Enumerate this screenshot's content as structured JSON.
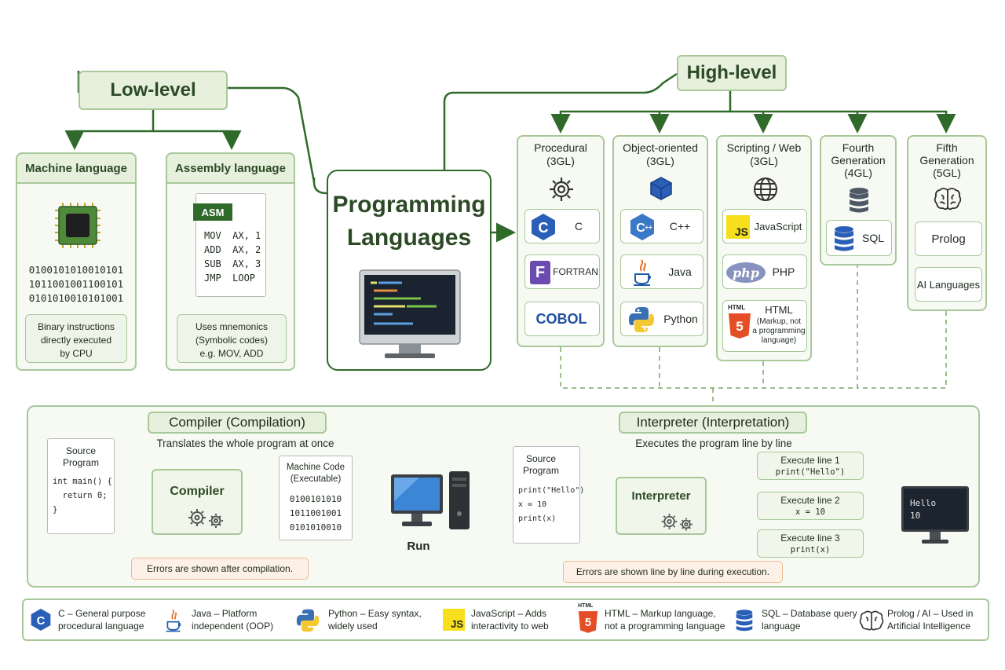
{
  "title": {
    "line1": "Programming",
    "line2": "Languages"
  },
  "low_level": {
    "label": "Low-level",
    "machine": {
      "title": "Machine language",
      "binary": [
        "0100101010010101",
        "1011001001100101",
        "0101010010101001"
      ],
      "desc": [
        "Binary instructions",
        "directly executed",
        "by CPU"
      ]
    },
    "assembly": {
      "title": "Assembly language",
      "badge": "ASM",
      "code": [
        "MOV  AX, 1",
        "ADD  AX, 2",
        "SUB  AX, 3",
        "JMP  LOOP"
      ],
      "desc": [
        "Uses mnemonics",
        "(Symbolic codes)",
        "e.g. MOV, ADD"
      ]
    }
  },
  "high_level": {
    "label": "High-level",
    "columns": [
      {
        "title": [
          "Procedural",
          "(3GL)"
        ],
        "icon": "gear-icon",
        "items": [
          {
            "icon": "c-logo",
            "label": "C"
          },
          {
            "icon": "fortran-logo",
            "label": "FORTRAN"
          },
          {
            "icon": "cobol-logo",
            "label": "COBOL"
          }
        ]
      },
      {
        "title": [
          "Object-oriented",
          "(3GL)"
        ],
        "icon": "cube-icon",
        "items": [
          {
            "icon": "cpp-logo",
            "label": "C++"
          },
          {
            "icon": "java-logo",
            "label": "Java"
          },
          {
            "icon": "python-logo",
            "label": "Python"
          }
        ]
      },
      {
        "title": [
          "Scripting / Web",
          "(3GL)"
        ],
        "icon": "globe-icon",
        "items": [
          {
            "icon": "js-logo",
            "label": "JavaScript"
          },
          {
            "icon": "php-logo",
            "label": "PHP"
          },
          {
            "icon": "html5-logo",
            "label": "HTML",
            "sub": [
              "(Markup, not",
              "a programming",
              "language)"
            ]
          }
        ]
      },
      {
        "title": [
          "Fourth",
          "Generation",
          "(4GL)"
        ],
        "icon": "database-icon",
        "items": [
          {
            "icon": "database-icon",
            "label": "SQL"
          }
        ]
      },
      {
        "title": [
          "Fifth",
          "Generation",
          "(5GL)"
        ],
        "icon": "brain-icon",
        "items": [
          {
            "label": "Prolog"
          },
          {
            "label": "AI Languages"
          }
        ]
      }
    ],
    "logos": {
      "cobol": "COBOL",
      "fortran": "F",
      "c": "C",
      "cpp": "C++",
      "js": "JS",
      "php": "php",
      "html": "HTML",
      "html_num": "5"
    }
  },
  "compiler": {
    "label": "Compiler (Compilation)",
    "subtitle": "Translates the whole program at once",
    "source_title": [
      "Source",
      "Program"
    ],
    "source_code": [
      "int main() {",
      "  return 0;",
      "}"
    ],
    "box": "Compiler",
    "machine_title": [
      "Machine Code",
      "(Executable)"
    ],
    "machine_code": [
      "0100101010",
      "1011001001",
      "0101010010"
    ],
    "run": "Run",
    "note": "Errors are shown after compilation."
  },
  "interpreter": {
    "label": "Interpreter (Interpretation)",
    "subtitle": "Executes the program line by line",
    "source_title": [
      "Source",
      "Program"
    ],
    "source_code": [
      "print(\"Hello\")",
      "x = 10",
      "print(x)"
    ],
    "box": "Interpreter",
    "steps": [
      {
        "label": "Execute line 1",
        "code": "print(\"Hello\")"
      },
      {
        "label": "Execute line 2",
        "code": "x = 10"
      },
      {
        "label": "Execute line 3",
        "code": "print(x)"
      }
    ],
    "output": [
      "Hello",
      "10"
    ],
    "note": "Errors are shown line by line during execution."
  },
  "legend": [
    {
      "icon": "c-logo",
      "text": [
        "C – General purpose",
        "procedural language"
      ]
    },
    {
      "icon": "java-logo",
      "text": [
        "Java – Platform",
        "independent (OOP)"
      ]
    },
    {
      "icon": "python-logo",
      "text": [
        "Python – Easy syntax,",
        "widely used"
      ]
    },
    {
      "icon": "js-logo",
      "text": [
        "JavaScript – Adds",
        "interactivity to web"
      ]
    },
    {
      "icon": "html5-logo",
      "text": [
        "HTML – Markup language,",
        "not a programming language"
      ]
    },
    {
      "icon": "database-icon",
      "text": [
        "SQL – Database query",
        "language"
      ]
    },
    {
      "icon": "brain-icon",
      "text": [
        "Prolog / AI – Used in",
        "Artificial Intelligence"
      ]
    }
  ],
  "colors": {
    "green": "#2f6a2a",
    "line": "#3d6b35",
    "border": "#a8c89a",
    "fill": "#f7faf3",
    "header": "#e6f0dc",
    "note": "#fdf1e7"
  }
}
